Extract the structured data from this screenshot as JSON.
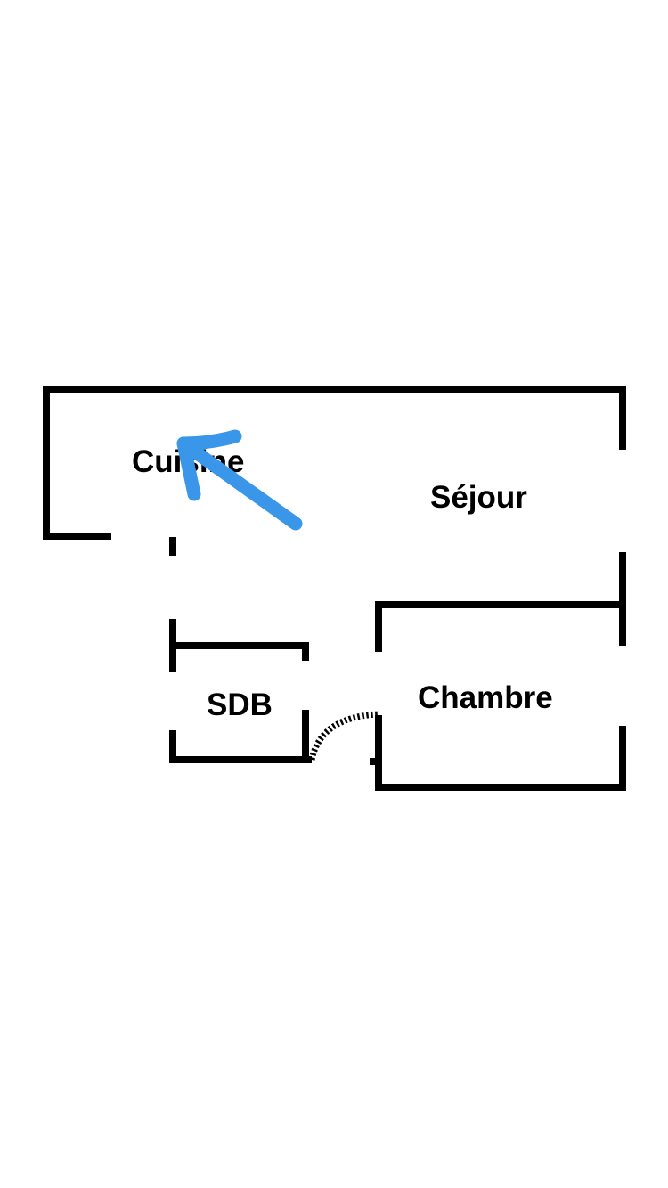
{
  "floor_plan": {
    "rooms": [
      {
        "id": "cuisine",
        "label": "Cuisine"
      },
      {
        "id": "sejour",
        "label": "Séjour"
      },
      {
        "id": "sdb",
        "label": "SDB"
      },
      {
        "id": "chambre",
        "label": "Chambre"
      }
    ],
    "annotation": {
      "type": "arrow",
      "color": "#3a96e8",
      "points_to": "Cuisine"
    }
  }
}
